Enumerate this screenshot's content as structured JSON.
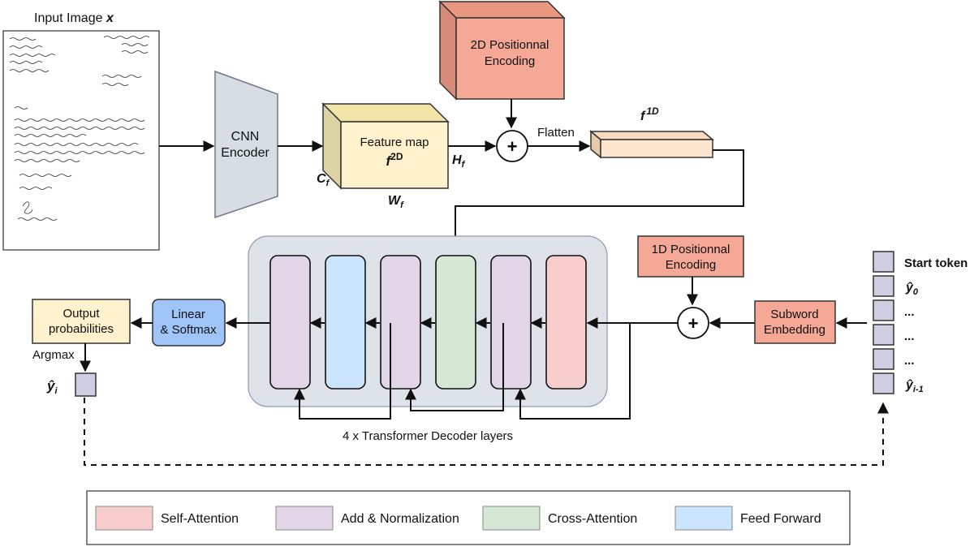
{
  "input": {
    "title": "Input Image ",
    "var": "x"
  },
  "cnn": {
    "line1": "CNN",
    "line2": "Encoder"
  },
  "feature_map": {
    "line1": "Feature map",
    "label_f": "f",
    "label_sup": "2D",
    "h": "H",
    "h_sub": "f",
    "w": "W",
    "w_sub": "f",
    "c": "C",
    "c_sub": "f"
  },
  "pe2d": {
    "line1": "2D Positionnal",
    "line2": "Encoding"
  },
  "plus_symbol": "+",
  "flatten": "Flatten",
  "f1d": {
    "label_f": "f",
    "label_sup": "1D"
  },
  "pe1d": {
    "line1": "1D Positionnal",
    "line2": "Encoding"
  },
  "subword": {
    "line1": "Subword",
    "line2": "Embedding"
  },
  "tokens": {
    "start": "Start token",
    "y0": "ŷ",
    "y0_sub": "0",
    "dots": [
      "...",
      "...",
      "..."
    ],
    "yi1": "ŷ",
    "yi1_sub": "i-1"
  },
  "linear": {
    "line1": "Linear",
    "line2": "& Softmax"
  },
  "output": {
    "line1": "Output",
    "line2": "probabilities"
  },
  "argmax": "Argmax",
  "yi": {
    "text": "ŷ",
    "sub": "i"
  },
  "decoder_caption": "4 x Transformer Decoder layers",
  "decoder_layers": [
    {
      "type": "add-norm"
    },
    {
      "type": "feed-forward"
    },
    {
      "type": "add-norm"
    },
    {
      "type": "cross-attention"
    },
    {
      "type": "add-norm"
    },
    {
      "type": "self-attention"
    }
  ],
  "legend": [
    {
      "label": "Self-Attention",
      "color": "#f8cecc"
    },
    {
      "label": "Add & Normalization",
      "color": "#e1d5e7"
    },
    {
      "label": "Cross-Attention",
      "color": "#d5e8d4"
    },
    {
      "label": "Feed Forward",
      "color": "#cce5ff"
    }
  ],
  "colors": {
    "add_norm": "#e1d5e7",
    "feed_forward": "#cce5ff",
    "cross_attention": "#d5e8d4",
    "self_attention": "#f8cecc",
    "positional": "#f4a895",
    "linear": "#9fc5f8",
    "output": "#fff2cc",
    "feature": "#fff2cc",
    "panel": "#dee3ea",
    "cnn": "#d8dde3",
    "token": "#d0cee2"
  }
}
